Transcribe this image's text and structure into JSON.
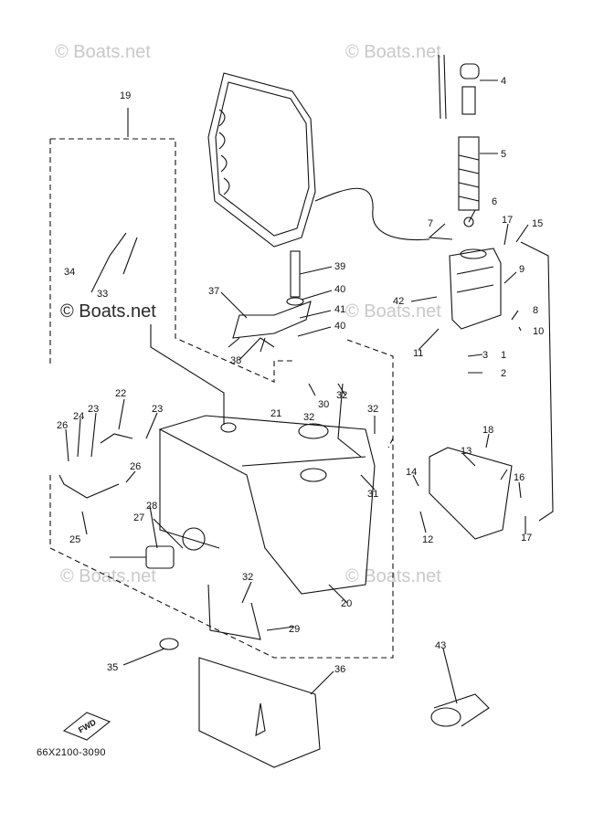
{
  "watermark": "© Boats.net",
  "diagram_code": "66X2100-3090",
  "fwd_label": "FWD",
  "callouts": [
    "1",
    "2",
    "3",
    "4",
    "5",
    "6",
    "7",
    "8",
    "9",
    "10",
    "11",
    "12",
    "13",
    "14",
    "15",
    "16",
    "17",
    "17",
    "18",
    "19",
    "20",
    "21",
    "22",
    "23",
    "23",
    "24",
    "25",
    "26",
    "26",
    "27",
    "28",
    "29",
    "30",
    "31",
    "32",
    "32",
    "32",
    "32",
    "33",
    "34",
    "35",
    "36",
    "37",
    "38",
    "39",
    "40",
    "40",
    "41",
    "42",
    "43"
  ]
}
